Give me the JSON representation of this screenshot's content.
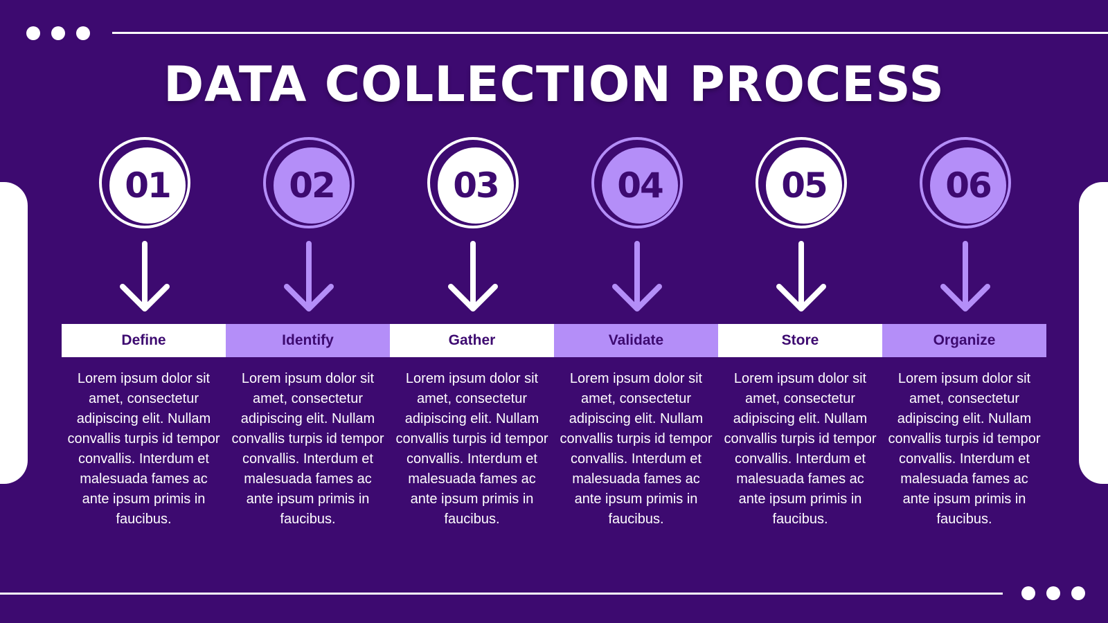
{
  "title": "DATA COLLECTION PROCESS",
  "colors": {
    "background": "#3d0a70",
    "light": "#ffffff",
    "violet": "#b48ef8"
  },
  "icons": {
    "step_arrow": "arrow-down-icon"
  },
  "steps": [
    {
      "number": "01",
      "label": "Define",
      "variant": "light",
      "description": "Lorem ipsum dolor sit amet, consectetur adipiscing elit. Nullam convallis turpis id tempor convallis. Interdum et malesuada fames ac ante ipsum primis in faucibus."
    },
    {
      "number": "02",
      "label": "Identify",
      "variant": "violet",
      "description": "Lorem ipsum dolor sit amet, consectetur adipiscing elit. Nullam convallis turpis id tempor convallis. Interdum et malesuada fames ac ante ipsum primis in faucibus."
    },
    {
      "number": "03",
      "label": "Gather",
      "variant": "light",
      "description": "Lorem ipsum dolor sit amet, consectetur adipiscing elit. Nullam convallis turpis id tempor convallis. Interdum et malesuada fames ac ante ipsum primis in faucibus."
    },
    {
      "number": "04",
      "label": "Validate",
      "variant": "violet",
      "description": "Lorem ipsum dolor sit amet, consectetur adipiscing elit. Nullam convallis turpis id tempor convallis. Interdum et malesuada fames ac ante ipsum primis in faucibus."
    },
    {
      "number": "05",
      "label": "Store",
      "variant": "light",
      "description": "Lorem ipsum dolor sit amet, consectetur adipiscing elit. Nullam convallis turpis id tempor convallis. Interdum et malesuada fames ac ante ipsum primis in faucibus."
    },
    {
      "number": "06",
      "label": "Organize",
      "variant": "violet",
      "description": "Lorem ipsum dolor sit amet, consectetur adipiscing elit. Nullam convallis turpis id tempor convallis. Interdum et malesuada fames ac ante ipsum primis in faucibus."
    }
  ]
}
